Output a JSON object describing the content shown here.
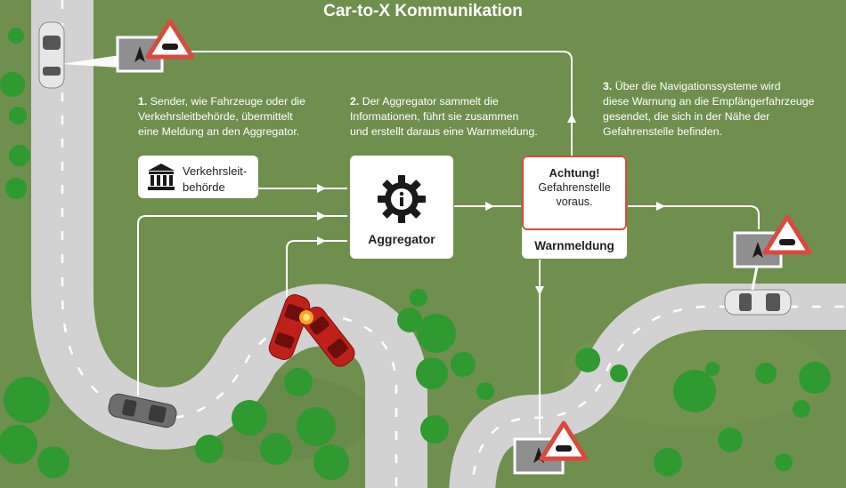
{
  "title": "Car-to-X Kommunikation",
  "steps": [
    {
      "number": "1.",
      "lines": [
        "Sender, wie Fahrzeuge oder die",
        "Verkehrsleitbehörde, übermittelt",
        "eine Meldung an den Aggregator."
      ]
    },
    {
      "number": "2.",
      "lines": [
        "Der Aggregator sammelt die",
        "Informationen, führt sie zusammen",
        "und erstellt daraus eine Warnmeldung."
      ]
    },
    {
      "number": "3.",
      "lines": [
        "Über die Navigationssysteme wird",
        "diese Warnung an die Empfängerfahrzeuge",
        "gesendet, die sich in der Nähe der",
        "Gefahrenstelle befinden."
      ]
    }
  ],
  "authority": {
    "lines": [
      "Verkehrsleit-",
      "behörde"
    ],
    "icon": "government-building-icon"
  },
  "aggregator": {
    "label": "Aggregator",
    "icon": "gear-info-icon"
  },
  "warning": {
    "line1": "Achtung!",
    "line2": "Gefahrenstelle",
    "line3": "voraus.",
    "label": "Warnmeldung"
  },
  "colors": {
    "grass": "#6f8f4f",
    "road": "#d4d4d4",
    "warning_red": "#d94a3e",
    "accident_car": "#c0201a",
    "tree": "#2e9e2e"
  }
}
